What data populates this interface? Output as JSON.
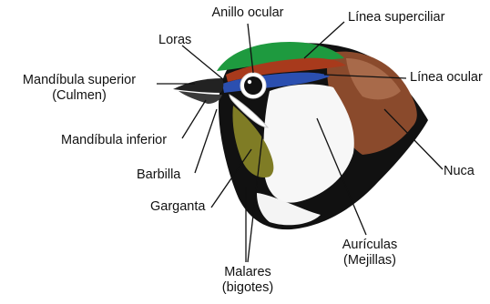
{
  "labels": {
    "anillo_ocular": "Anillo ocular",
    "linea_superciliar": "Línea superciliar",
    "loras": "Loras",
    "mandibula_superior": "Mandíbula superior",
    "culmen": "(Culmen)",
    "linea_ocular": "Línea ocular",
    "mandibula_inferior": "Mandíbula inferior",
    "barbilla": "Barbilla",
    "nuca": "Nuca",
    "garganta": "Garganta",
    "auriculas": "Aurículas",
    "mejillas": "(Mejillas)",
    "malares": "Malares",
    "bigotes": "(bigotes)"
  },
  "colors": {
    "crown_green": "#1e9a3f",
    "supercilium_red": "#a83a1c",
    "eyeline_blue": "#2b4fb0",
    "nape_brown": "#8a4a2c",
    "throat_olive": "#7f7c25",
    "plumage_black": "#111111",
    "cheek_white": "#f7f7f7"
  }
}
